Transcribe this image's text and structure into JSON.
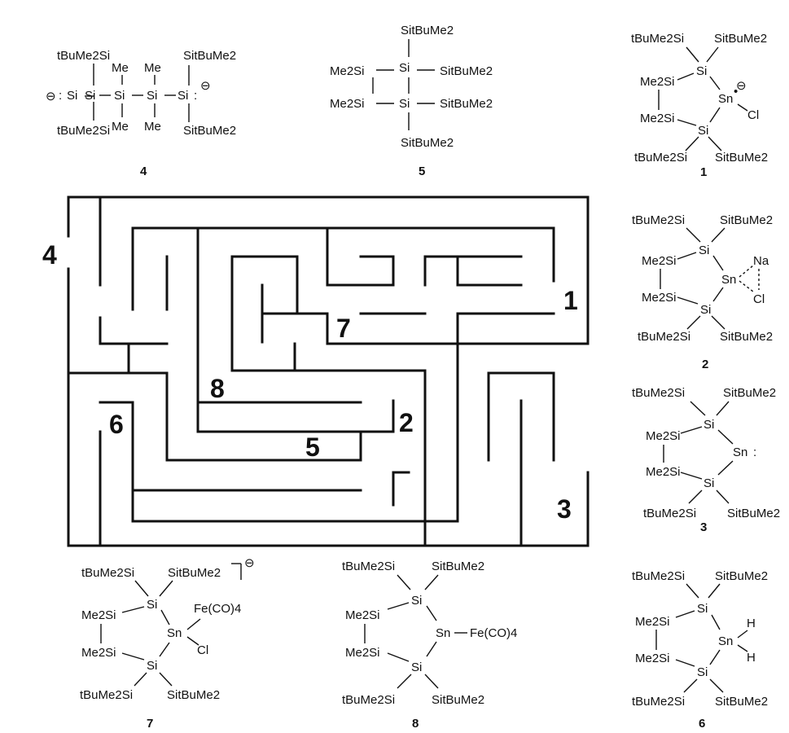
{
  "colors": {
    "ink": "#111111",
    "background": "#ffffff"
  },
  "maze": {
    "labels": {
      "l4": "4",
      "l1": "1",
      "l7": "7",
      "l8": "8",
      "l6": "6",
      "l2": "2",
      "l5": "5",
      "l3": "3"
    }
  },
  "text": {
    "tbu": "tBuMe2Si",
    "sitbu": "SitBuMe2",
    "me2si": "Me2Si",
    "si": "Si",
    "sn": "Sn",
    "me": "Me",
    "cl": "Cl",
    "na": "Na",
    "h": "H",
    "feco4": "Fe(CO)4",
    "neg": "⊖",
    "colon": ":",
    "dot": "•"
  },
  "compounds": [
    {
      "number": "4"
    },
    {
      "number": "5"
    },
    {
      "number": "1"
    },
    {
      "number": "2"
    },
    {
      "number": "3"
    },
    {
      "number": "7"
    },
    {
      "number": "8"
    },
    {
      "number": "6"
    }
  ]
}
